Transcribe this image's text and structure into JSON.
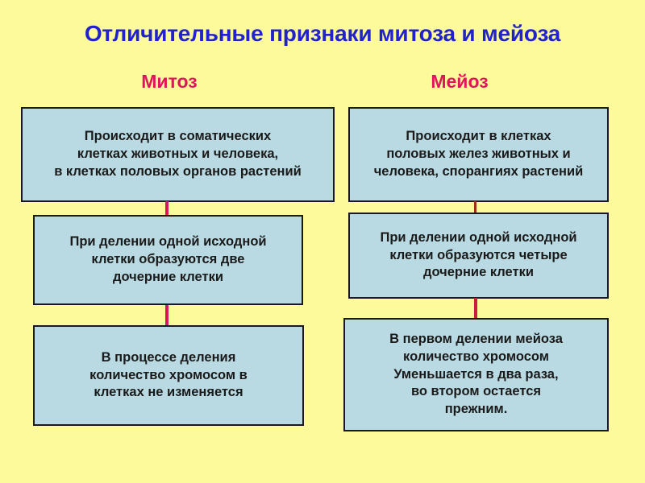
{
  "slide": {
    "background_color": "#fcfa9a",
    "title": "Отличительные признаки митоза и мейоза",
    "title_color": "#2222cc",
    "columns": {
      "left_header": "Митоз",
      "right_header": "Мейоз",
      "header_color": "#e0135c"
    },
    "box_fill_color": "#b9dae2",
    "box_border_color": "#1a1a1a",
    "connector_color": "#d8185e",
    "left_boxes": [
      {
        "id": "mitosis-location",
        "lines": [
          "Происходит в соматических",
          "клетках животных и человека,",
          "в клетках половых органов растений"
        ]
      },
      {
        "id": "mitosis-daughter-cells",
        "lines": [
          "При делении одной исходной",
          "клетки образуются две",
          "дочерние клетки"
        ]
      },
      {
        "id": "mitosis-chromosome-count",
        "lines": [
          "В процессе деления",
          "количество хромосом в",
          "клетках не изменяется"
        ]
      }
    ],
    "right_boxes": [
      {
        "id": "meiosis-location",
        "lines": [
          "Происходит в клетках",
          "половых желез животных и",
          "человека, спорангиях растений"
        ]
      },
      {
        "id": "meiosis-daughter-cells",
        "lines": [
          "При делении одной исходной",
          "клетки образуются четыре",
          "дочерние клетки"
        ]
      },
      {
        "id": "meiosis-chromosome-count",
        "lines": [
          "В первом делении мейоза",
          "количество хромосом",
          "Уменьшается в два раза,",
          "во втором остается",
          "прежним."
        ]
      }
    ]
  }
}
